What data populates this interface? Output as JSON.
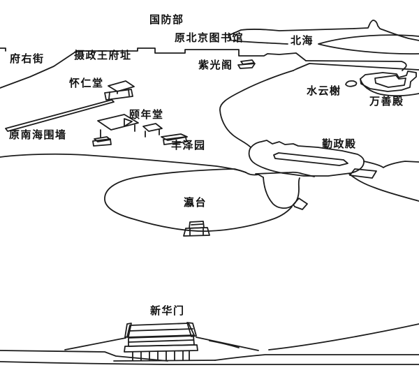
{
  "map": {
    "title_context": "hand-drawn sketch map of Zhongnanhai area",
    "colors": {
      "ink": "#1c1c1c",
      "background": "#ffffff",
      "label": "#111111"
    },
    "labels": {
      "guofangbu": "国防部",
      "yuan_beijing_tushuguan": "原北京图书馆",
      "beihai": "北海",
      "fuyoujie": "府右街",
      "shezhengwang_fuzhi": "摄政王府址",
      "ziguangge": "紫光阁",
      "shuiyunxie": "水云榭",
      "wanshandian": "万善殿",
      "huairentang": "怀仁堂",
      "yiniantang": "颐年堂",
      "yuan_nanhai_weiqiang": "原南海围墙",
      "fengzeyuan": "丰泽园",
      "qinzhengdian": "勤政殿",
      "yingtai": "瀛台",
      "xinhuamen": "新华门"
    }
  }
}
